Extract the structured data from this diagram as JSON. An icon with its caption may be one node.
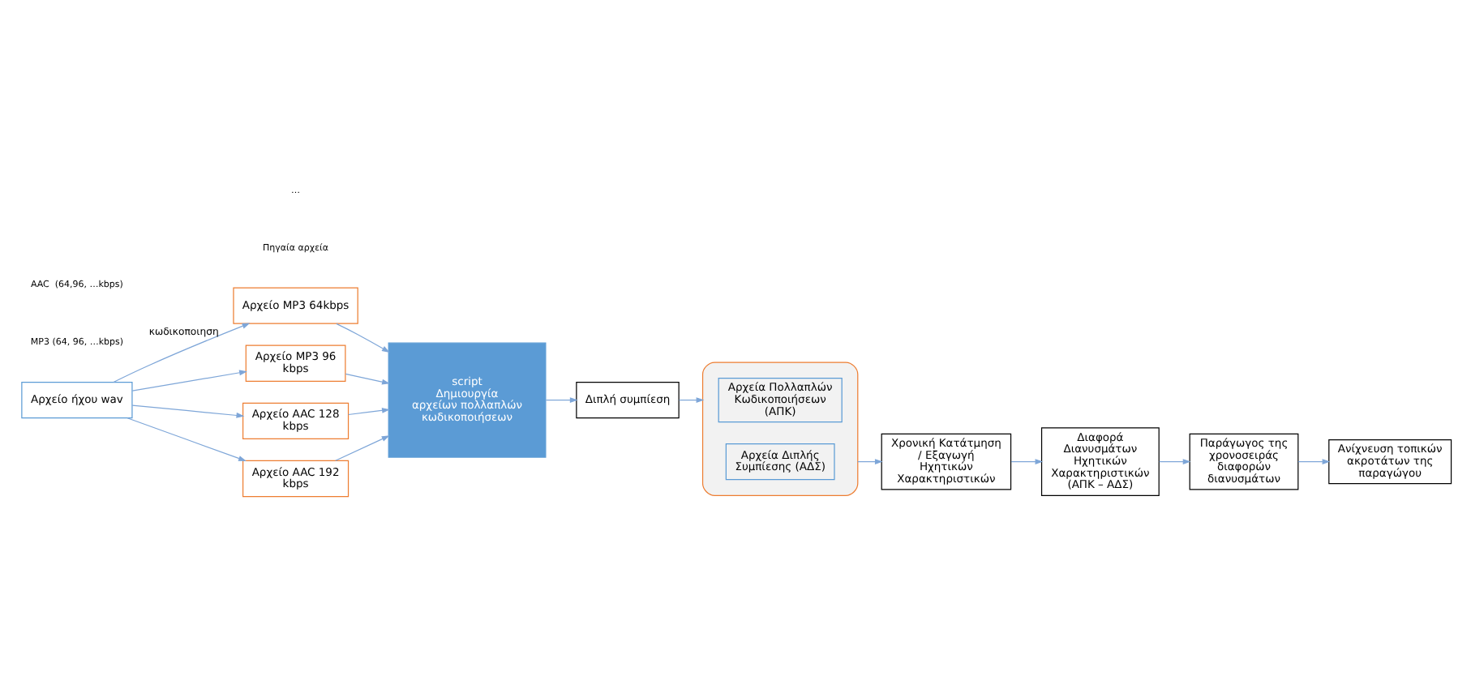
{
  "diagram": {
    "nodes": [
      {
        "text": [
          "Αρχείο ήχου wav"
        ]
      },
      {
        "text": [
          "Αρχείο MP3 64kbps"
        ]
      },
      {
        "text": [
          "Αρχείο MP3 96 kbps"
        ]
      },
      {
        "text": [
          "Αρχείο AAC 128 kbps"
        ]
      },
      {
        "text": [
          "Αρχείο AAC 192 kbps"
        ]
      },
      {
        "text": [
          "script",
          "Δημιουργία αρχείων πολλαπλών κωδικοποιήσεων"
        ]
      },
      {
        "text": [
          "Διπλή συμπίεση"
        ]
      },
      {
        "text": [],
        "shape": "box"
      },
      {
        "text": [
          "Αρχεία Πολλαπλών Κωδικοποιήσεων (ΑΠΚ)"
        ],
        "in": 7
      },
      {
        "text": [
          "Αρχεία Διπλής Συμπίεσης (ΑΔΣ)"
        ],
        "in": 7
      },
      {
        "text": [
          "Χρονική Κατάτμηση / Εξαγωγή Ηχητικών Χαρακτηριστικών"
        ]
      },
      {
        "text": [
          "Διαφορά Διανυσμάτων Ηχητικών Χαρακτηριστικών (ΑΠΚ – ΑΔΣ)"
        ]
      },
      {
        "text": [
          "Παράγωγος της χρονοσειράς διαφορών διανυσμάτων"
        ]
      },
      {
        "text": [
          "Ανίχνευση τοπικών ακροτάτων της παραγώγου"
        ]
      }
    ],
    "edges": [
      {
        "from": 0,
        "to": 1,
        "arrow": "to",
        "label": "κωδικοποιηση"
      },
      {
        "from": 0,
        "to": 2,
        "arrow": "to"
      },
      {
        "from": 0,
        "to": 3,
        "arrow": "to"
      },
      {
        "from": 0,
        "to": 4,
        "arrow": "to"
      },
      {
        "from": 1,
        "to": 5,
        "arrow": "to"
      },
      {
        "from": 2,
        "to": 5,
        "arrow": "to"
      },
      {
        "from": 3,
        "to": 5,
        "arrow": "to"
      },
      {
        "from": 4,
        "to": 5,
        "arrow": "to"
      },
      {
        "from": 5,
        "to": 6,
        "arrow": "to"
      },
      {
        "from": 6,
        "to": 7,
        "arrow": "to"
      },
      {
        "from": 7,
        "to": 10,
        "arrow": "to"
      },
      {
        "from": 10,
        "to": 11,
        "arrow": "to"
      },
      {
        "from": 11,
        "to": 12,
        "arrow": "to"
      },
      {
        "from": 12,
        "to": 13,
        "arrow": "to"
      }
    ],
    "labels": [
      "Πηγαία αρχεία",
      "MP3 (64, 96, …kbps)",
      "AAC  (64,96, …kbps)",
      "…"
    ]
  }
}
